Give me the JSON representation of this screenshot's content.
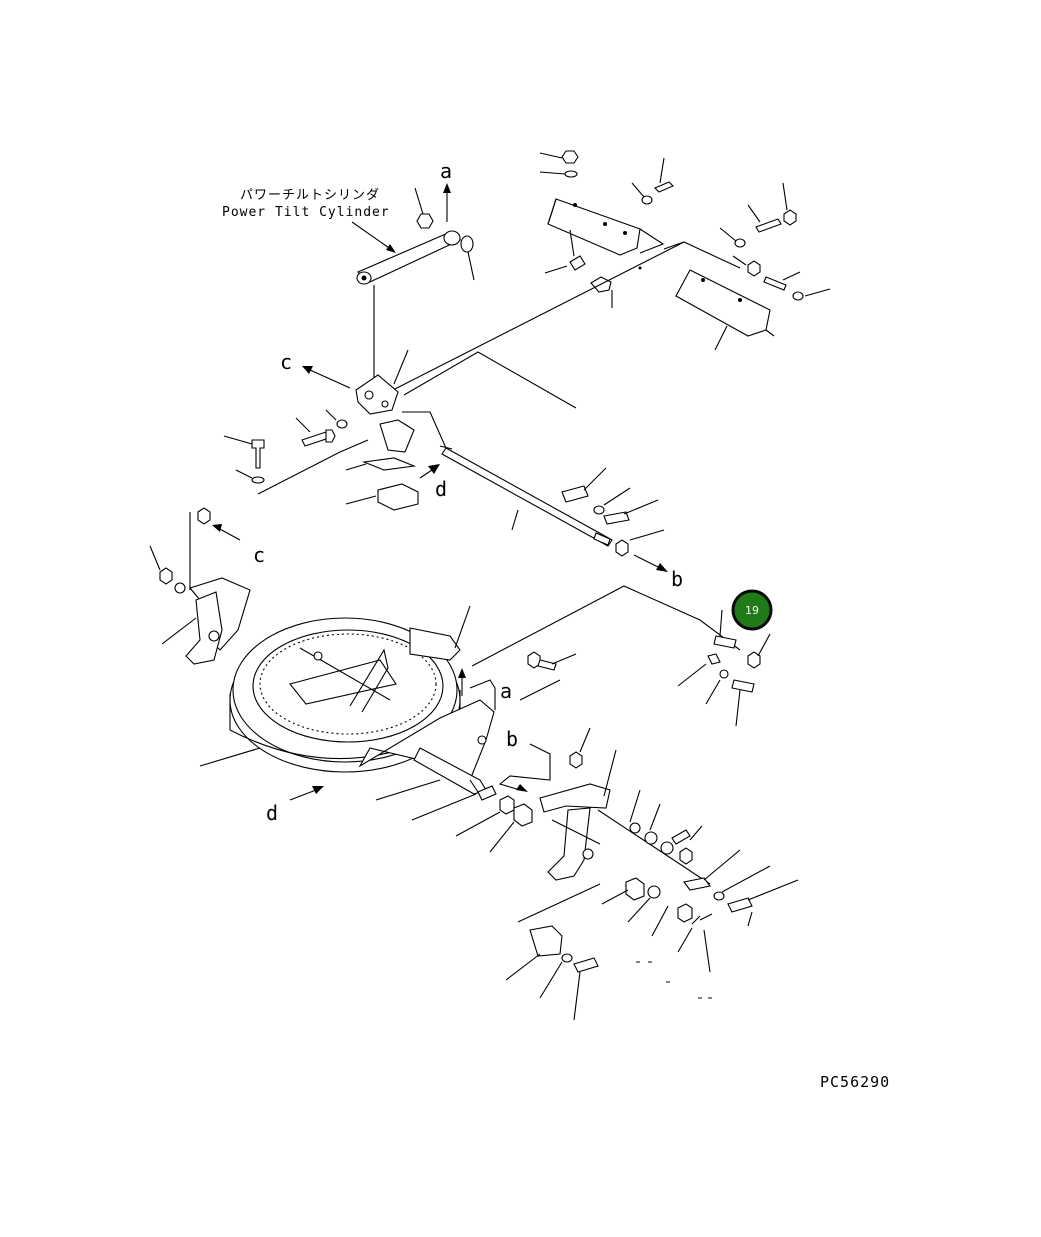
{
  "diagram": {
    "caption_jp": "パワーチルトシリンダ",
    "caption_en": "Power Tilt Cylinder",
    "ref_labels": {
      "a_top": "a",
      "c_top": "c",
      "d_top": "d",
      "c_mid": "c",
      "b_mid": "b",
      "a_low": "a",
      "b_low": "b",
      "d_low": "d"
    },
    "callout": {
      "number": "19",
      "color": "#1f7a17"
    },
    "drawing_code": "PC56290"
  }
}
